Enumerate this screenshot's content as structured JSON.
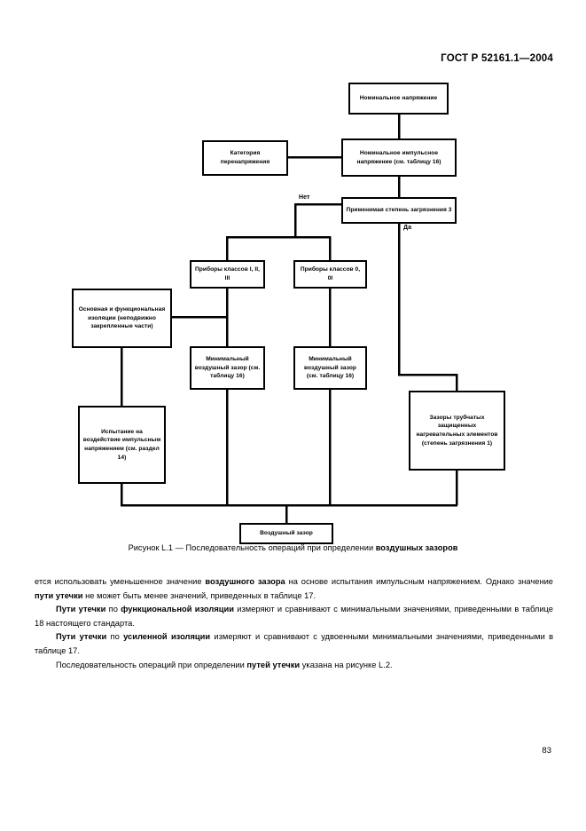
{
  "header": {
    "standard_id": "ГОСТ Р 52161.1—2004"
  },
  "flowchart": {
    "nodes": [
      {
        "id": "nominal-voltage",
        "label": "Номинальное напряжение"
      },
      {
        "id": "overvoltage-category",
        "label": "Категория перенапряжения"
      },
      {
        "id": "nominal-impulse-voltage",
        "label": "Номинальное импульсное напряжение (см. таблицу 16)"
      },
      {
        "id": "pollution-degree-3",
        "label": "Применимая степень загрязнения 3"
      },
      {
        "id": "appliances-class-1-2-3",
        "label": "Приборы классов I, II, III"
      },
      {
        "id": "appliances-class-0-0i",
        "label": "Приборы классов 0, 0I"
      },
      {
        "id": "basic-functional-insulation",
        "label": "Основная и функциональная изоляции (неподвижно закрепленные части)"
      },
      {
        "id": "min-clearance-left",
        "label": "Минимальный воздушный зазор (см. таблицу 16)"
      },
      {
        "id": "min-clearance-right",
        "label": "Минимальный воздушный зазор (см. таблицу 16)"
      },
      {
        "id": "tubular-element-clearances",
        "label": "Зазоры трубчатых защищенных нагревательных элементов (степень загрязнения 1)"
      },
      {
        "id": "impulse-voltage-test",
        "label": "Испытание на воздействие импульсным напряжением (см. раздел 14)"
      },
      {
        "id": "clearance-result",
        "label": "Воздушный зазор"
      }
    ],
    "edge_labels": {
      "no": "Нет",
      "yes": "Да"
    }
  },
  "figure": {
    "caption_prefix": "Рисунок L.1 — Последовательность операций при определении ",
    "caption_bold": "воздушных зазоров"
  },
  "body": {
    "p1_a": "ется использовать уменьшенное значение ",
    "p1_b": "воздушного зазора",
    "p1_c": " на основе испытания импульсным напряжением. Однако значение ",
    "p1_d": "пути утечки",
    "p1_e": " не может быть менее значений, приведенных в таблице 17.",
    "p2_a": "Пути утечки",
    "p2_b": " по ",
    "p2_c": "функциональной изоляции",
    "p2_d": " измеряют и сравнивают с минимальными значениями, приведенными в таблице 18 настоящего стандарта.",
    "p3_a": "Пути утечки",
    "p3_b": " по ",
    "p3_c": "усиленной изоляции",
    "p3_d": " измеряют и сравнивают с удвоенными минимальными значениями, приведенными в таблице 17.",
    "p4_a": "Последовательность операций при определении ",
    "p4_b": "путей утечки",
    "p4_c": " указана на рисунке L.2."
  },
  "footer": {
    "page_number": "83"
  }
}
